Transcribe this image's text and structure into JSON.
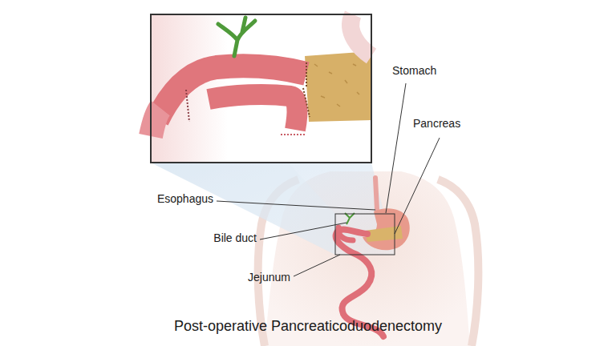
{
  "diagram": {
    "caption": "Post-operative Pancreaticoduodenectomy",
    "labels": [
      "Stomach",
      "Pancreas",
      "Esophagus",
      "Bile duct",
      "Jejunum"
    ]
  }
}
